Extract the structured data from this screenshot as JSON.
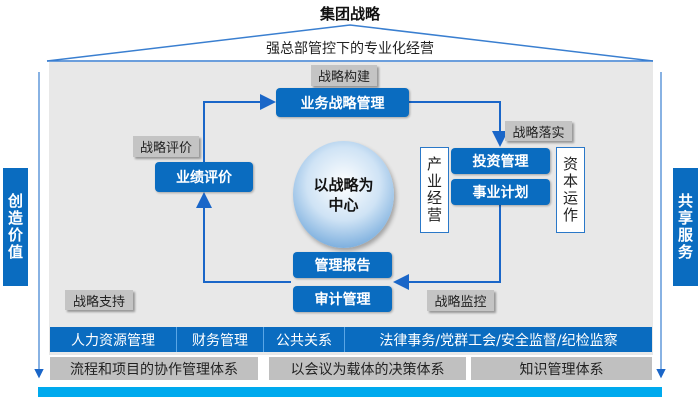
{
  "title": "集团战略",
  "subtitle": "强总部管控下的专业化经营",
  "sides": {
    "left": "创造价值",
    "right": "共享服务"
  },
  "center": {
    "line1": "以战略为",
    "line2": "中心"
  },
  "tags": {
    "build": "战略构建",
    "implement": "战略落实",
    "evaluate": "战略评价",
    "support": "战略支持",
    "monitor": "战略监控"
  },
  "boxes": {
    "business_strategy": "业务战略管理",
    "performance": "业绩评价",
    "investment": "投资管理",
    "business_plan": "事业计划",
    "mgmt_report": "管理报告",
    "audit": "审计管理"
  },
  "vertical": {
    "industry": "产业经营",
    "capital": "资本运作"
  },
  "functions": [
    "人力资源管理",
    "财务管理",
    "公共关系",
    "法律事务/党群工会/安全监督/纪检监察"
  ],
  "systems": [
    "流程和项目的协作管理体系",
    "以会议为载体的决策体系",
    "知识管理体系"
  ],
  "colors": {
    "primary": "#0a6cc0",
    "base": "#00aaee",
    "panel": "#e8e8e8",
    "tag": "#c4c4c4"
  }
}
